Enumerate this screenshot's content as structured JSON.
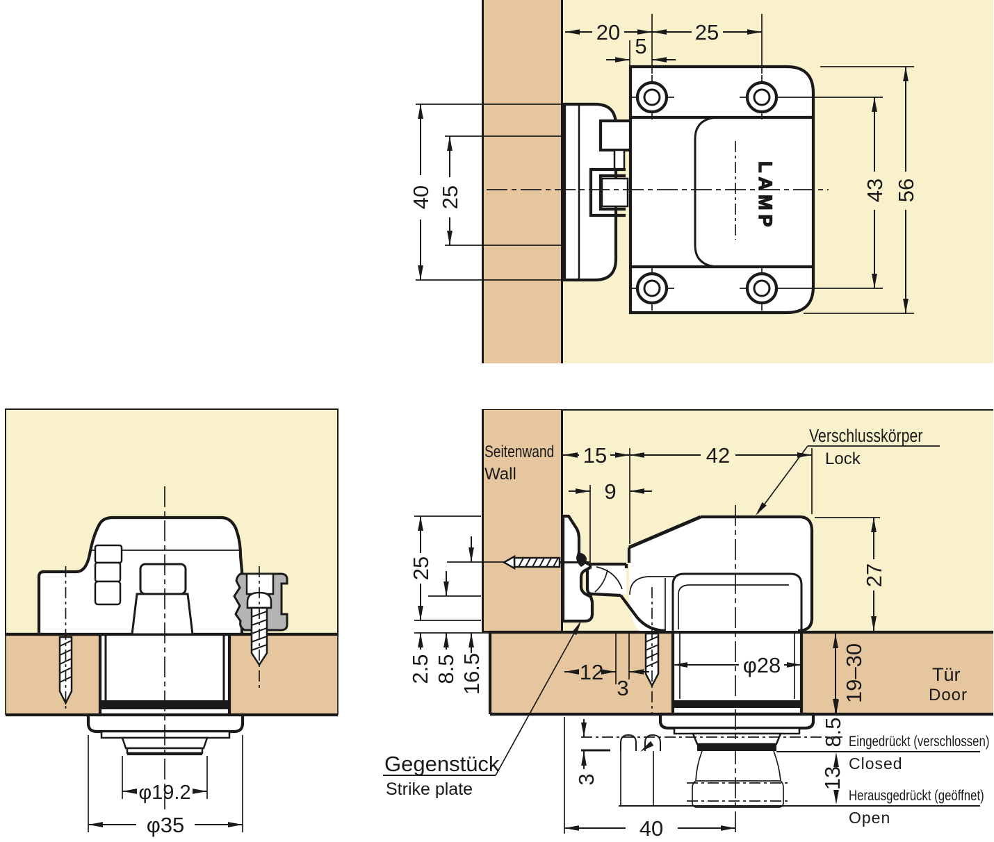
{
  "colors": {
    "wood": "#e5c69e",
    "panel_bg": "#f9f1cc",
    "line": "#1a1a1a",
    "clip_gray": "#b4b4b4"
  },
  "front_view": {
    "brand": "LAMP",
    "dim_20": "20",
    "dim_25_top": "25",
    "dim_5": "5",
    "dim_40": "40",
    "dim_25_left": "25",
    "dim_43": "43",
    "dim_56": "56"
  },
  "side_view": {
    "dim_phi19_2": "φ19.2",
    "dim_phi35": "φ35"
  },
  "install_view": {
    "wall_de": "Seitenwand",
    "wall_en": "Wall",
    "lock_de": "Verschlusskörper",
    "lock_en": "Lock",
    "strike_de": "Gegenstück",
    "strike_en": "Strike plate",
    "door_de": "Tür",
    "door_en": "Door",
    "closed_de": "Eingedrückt (verschlossen)",
    "closed_en": "Closed",
    "open_de": "Herausgedrückt (geöffnet)",
    "open_en": "Open",
    "dim_15": "15",
    "dim_42": "42",
    "dim_9": "9",
    "dim_25": "25",
    "dim_2_5": "2.5",
    "dim_8_5_wall": "8.5",
    "dim_16_5": "16.5",
    "dim_12": "12",
    "dim_3_depth": "3",
    "dim_phi28": "φ28",
    "dim_27": "27",
    "dim_19_30": "19–30",
    "dim_8_5_door": "8.5",
    "dim_13": "13",
    "dim_3_travel": "3",
    "dim_40": "40"
  }
}
